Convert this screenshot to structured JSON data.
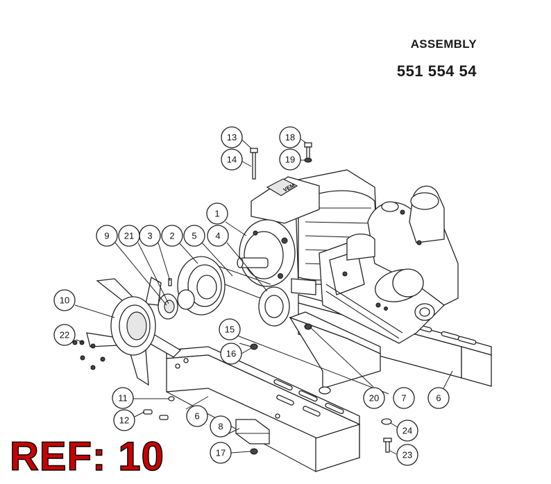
{
  "header": {
    "title": "ASSEMBLY",
    "part_number": "551 554 54"
  },
  "ref_label": "REF: 10",
  "callouts": [
    {
      "id": "c1",
      "label": "1"
    },
    {
      "id": "c2",
      "label": "2"
    },
    {
      "id": "c3",
      "label": "3"
    },
    {
      "id": "c4",
      "label": "4"
    },
    {
      "id": "c5",
      "label": "5"
    },
    {
      "id": "c6a",
      "label": "6"
    },
    {
      "id": "c6b",
      "label": "6"
    },
    {
      "id": "c7",
      "label": "7"
    },
    {
      "id": "c8",
      "label": "8"
    },
    {
      "id": "c9",
      "label": "9"
    },
    {
      "id": "c10",
      "label": "10"
    },
    {
      "id": "c11",
      "label": "11"
    },
    {
      "id": "c12",
      "label": "12"
    },
    {
      "id": "c13",
      "label": "13"
    },
    {
      "id": "c14",
      "label": "14"
    },
    {
      "id": "c15",
      "label": "15"
    },
    {
      "id": "c16",
      "label": "16"
    },
    {
      "id": "c17",
      "label": "17"
    },
    {
      "id": "c18",
      "label": "18"
    },
    {
      "id": "c19",
      "label": "19"
    },
    {
      "id": "c20",
      "label": "20"
    },
    {
      "id": "c21",
      "label": "21"
    },
    {
      "id": "c22",
      "label": "22"
    },
    {
      "id": "c23",
      "label": "23"
    },
    {
      "id": "c24",
      "label": "24"
    }
  ],
  "motor_badge": "VEM",
  "colors": {
    "ref_text": "#cc0000",
    "line": "#222222",
    "background": "#ffffff"
  }
}
